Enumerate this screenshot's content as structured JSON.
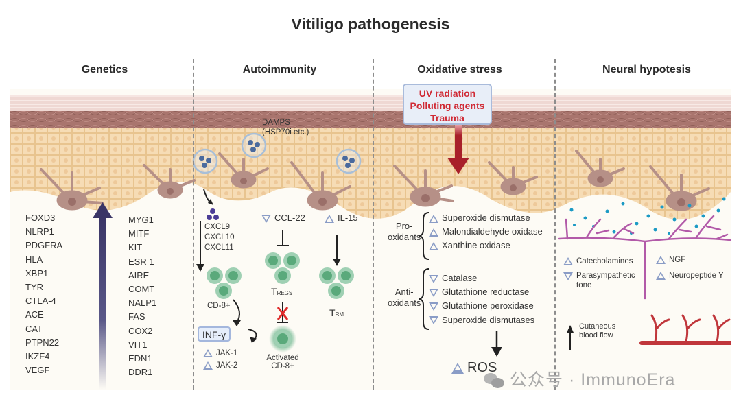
{
  "title": "Vitiligo pathogenesis",
  "panels": [
    {
      "id": "genetics",
      "heading": "Genetics"
    },
    {
      "id": "autoimmunity",
      "heading": "Autoimmunity"
    },
    {
      "id": "oxidative",
      "heading": "Oxidative stress"
    },
    {
      "id": "neural",
      "heading": "Neural hypotesis"
    }
  ],
  "genetics": {
    "genes_left": [
      "FOXD3",
      "NLRP1",
      "PDGFRA",
      "HLA",
      "XBP1",
      "TYR",
      "CTLA-4",
      "ACE",
      "CAT",
      "PTPN22",
      "IKZF4",
      "VEGF"
    ],
    "genes_right": [
      "MYG1",
      "MITF",
      "KIT",
      "ESR 1",
      "AIRE",
      "COMT",
      "NALP1",
      "FAS",
      "COX2",
      "VIT1",
      "EDN1",
      "DDR1"
    ],
    "arrow_color": "#3a3566"
  },
  "autoimmunity": {
    "damps_label": "DAMPS",
    "damps_sub": "(HSP70i etc.)",
    "chemokines": [
      "CXCL9",
      "CXCL10",
      "CXCL11"
    ],
    "ccl22": "CCL-22",
    "il15": "IL-15",
    "cd8_label": "CD-8+",
    "treg_label": "T",
    "treg_sub": "REGS",
    "trm_label": "T",
    "trm_sub": "RM",
    "inf_label": "INF-γ",
    "jak": [
      "JAK-1",
      "JAK-2"
    ],
    "activated_label": "Activated",
    "activated_sub": "CD-8+",
    "cell_color": "#6bb58c"
  },
  "oxidative": {
    "triggers": [
      "UV radiation",
      "Polluting agents",
      "Trauma"
    ],
    "pro_label": "Pro-",
    "pro_label2": "oxidants",
    "pro_items": [
      "Superoxide dismutase",
      "Malondialdehyde oxidase",
      "Xanthine oxidase"
    ],
    "anti_label": "Anti-",
    "anti_label2": "oxidants",
    "anti_items": [
      "Catalase",
      "Glutathione reductase",
      "Glutathione peroxidase",
      "Superoxide dismutases"
    ],
    "ros_label": "ROS",
    "trigger_color": "#d02a35"
  },
  "neural": {
    "catecholamines": "Catecholamines",
    "parasympathetic": "Parasympathetic",
    "parasympathetic2": "tone",
    "ngf": "NGF",
    "npy": "Neuropeptide Y",
    "blood_flow": "Cutaneous",
    "blood_flow2": "blood flow",
    "nerve_color": "#b25aa8",
    "vessel_color": "#c0363b"
  },
  "watermark": "公众号 · ImmunoEra"
}
